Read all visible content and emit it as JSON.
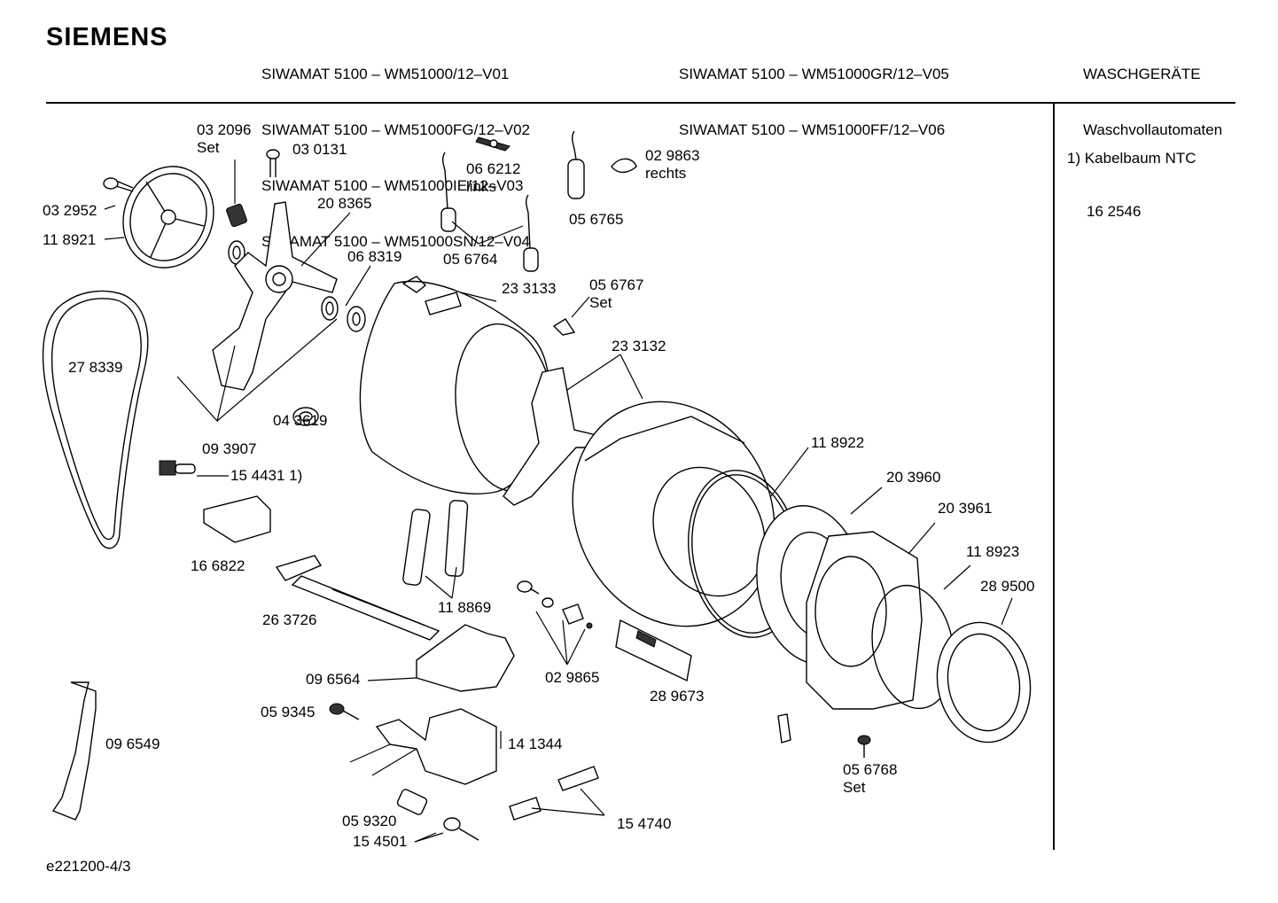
{
  "brand": "SIEMENS",
  "header": {
    "models_col1": [
      "SIWAMAT 5100 – WM51000/12–V01",
      "SIWAMAT 5100 – WM51000FG/12–V02",
      "SIWAMAT 5100 – WM51000IE/12–V03",
      "SIWAMAT 5100 – WM51000SN/12–V04"
    ],
    "models_col2": [
      "SIWAMAT 5100 – WM51000GR/12–V05",
      "SIWAMAT 5100 – WM51000FF/12–V06"
    ],
    "category": [
      "WASCHGERÄTE",
      "Waschvollautomaten"
    ]
  },
  "footnote": [
    "1) Kabelbaum NTC",
    "16 2546"
  ],
  "parts": {
    "p032096": "03 2096",
    "p032096_note": "Set",
    "p030131": "03 0131",
    "p032952": "03 2952",
    "p118921": "11 8921",
    "p208365": "20 8365",
    "p066212": "06 6212",
    "p066212_note": "links",
    "p029863": "02 9863",
    "p029863_note": "rechts",
    "p056765": "05 6765",
    "p056764": "05 6764",
    "p068319": "06 8319",
    "p233133": "23 3133",
    "p056767": "05 6767",
    "p056767_note": "Set",
    "p278339": "27 8339",
    "p233132": "23 3132",
    "p043619": "04 3619",
    "p093907": "09 3907",
    "p154431": "15 4431 1)",
    "p118922": "11 8922",
    "p203960": "20 3960",
    "p203961": "20 3961",
    "p166822": "16 6822",
    "p118923": "11 8923",
    "p289500": "28 9500",
    "p263726": "26 3726",
    "p118869": "11 8869",
    "p096564": "09 6564",
    "p029865": "02 9865",
    "p289673": "28 9673",
    "p059345": "05 9345",
    "p096549": "09 6549",
    "p141344": "14 1344",
    "p056768": "05 6768",
    "p056768_note": "Set",
    "p059320": "05 9320",
    "p154740": "15 4740",
    "p154501": "15 4501"
  },
  "footer": "e221200-4/3"
}
